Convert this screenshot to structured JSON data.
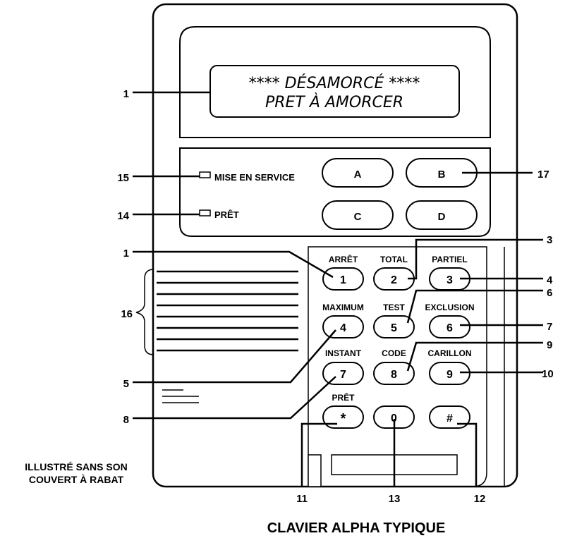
{
  "display": {
    "line1": "**** DÉSAMORCÉ ****",
    "line2": "PRET À AMORCER"
  },
  "indicators": {
    "armed_label": "MISE EN SERVICE",
    "ready_label": "PRÊT"
  },
  "function_keys": [
    "A",
    "B",
    "C",
    "D"
  ],
  "keypad": [
    {
      "key": "1",
      "label": "ARRÊT"
    },
    {
      "key": "2",
      "label": "TOTAL"
    },
    {
      "key": "3",
      "label": "PARTIEL"
    },
    {
      "key": "4",
      "label": "MAXIMUM"
    },
    {
      "key": "5",
      "label": "TEST"
    },
    {
      "key": "6",
      "label": "EXCLUSION"
    },
    {
      "key": "7",
      "label": "INSTANT"
    },
    {
      "key": "8",
      "label": "CODE"
    },
    {
      "key": "9",
      "label": "CARILLON"
    },
    {
      "key": "*",
      "label": "PRÊT"
    },
    {
      "key": "0",
      "label": ""
    },
    {
      "key": "#",
      "label": ""
    }
  ],
  "callouts": {
    "c1_top": "1",
    "c15": "15",
    "c14": "14",
    "c17": "17",
    "c1_key": "1",
    "c3": "3",
    "c4": "4",
    "c6": "6",
    "c7": "7",
    "c16": "16",
    "c9": "9",
    "c10": "10",
    "c5": "5",
    "c8": "8",
    "c11": "11",
    "c13": "13",
    "c12": "12"
  },
  "note_line1": "ILLUSTRÉ SANS SON",
  "note_line2": "COUVERT À RABAT",
  "caption": "CLAVIER ALPHA TYPIQUE"
}
